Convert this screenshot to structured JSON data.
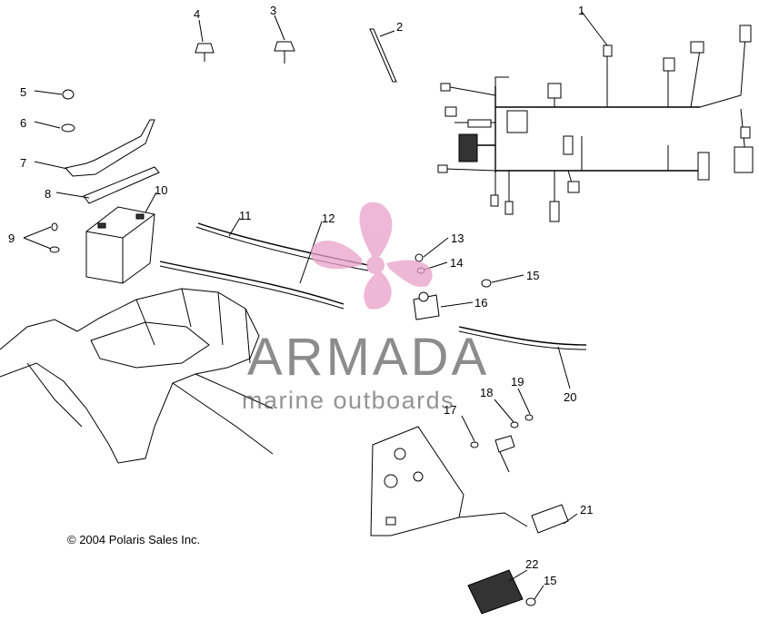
{
  "diagram": {
    "callouts": {
      "c1": "1",
      "c2": "2",
      "c3": "3",
      "c4": "4",
      "c5": "5",
      "c6": "6",
      "c7": "7",
      "c8": "8",
      "c9": "9",
      "c10": "10",
      "c11": "11",
      "c12": "12",
      "c13": "13",
      "c14": "14",
      "c15a": "15",
      "c15b": "15",
      "c16": "16",
      "c17": "17",
      "c18": "18",
      "c19": "19",
      "c20": "20",
      "c21": "21",
      "c22": "22"
    },
    "copyright": "© 2004 Polaris Sales Inc."
  },
  "watermark": {
    "title": "ARMADA",
    "subtitle": "marine outboards",
    "color": "#e8a0c8"
  }
}
